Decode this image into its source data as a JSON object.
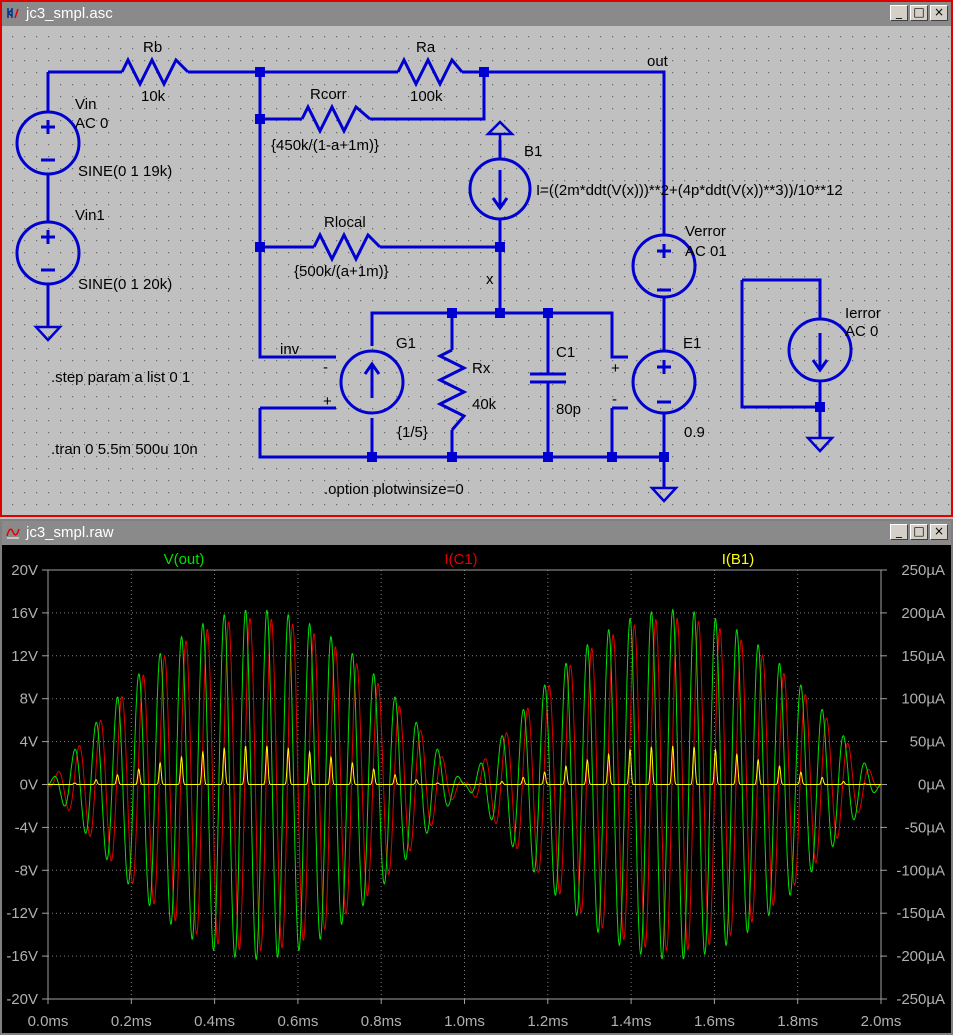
{
  "schematic_window": {
    "title": "jc3_smpl.asc",
    "buttons": {
      "minimize": "_",
      "restore": "□",
      "close": "×"
    },
    "labels": {
      "rb_name": "Rb",
      "rb_value": "10k",
      "ra_name": "Ra",
      "ra_value": "100k",
      "out": "out",
      "rcorr_name": "Rcorr",
      "rcorr_value": "{450k/(1-a+1m)}",
      "vin_name": "Vin",
      "vin_ac": "AC 0",
      "vin_sine": "SINE(0 1 19k)",
      "vin1_name": "Vin1",
      "vin1_sine": "SINE(0 1 20k)",
      "b1_name": "B1",
      "b1_expr": "I=((2m*ddt(V(x)))**2+(4p*ddt(V(x))**3))/10**12",
      "rlocal_name": "Rlocal",
      "rlocal_value": "{500k/(a+1m)}",
      "verror_name": "Verror",
      "verror_ac": "AC 01",
      "ierror_name": "Ierror",
      "ierror_ac": "AC 0",
      "x": "x",
      "inv": "inv",
      "g1_name": "G1",
      "g1_value": "{1/5}",
      "rx_name": "Rx",
      "rx_value": "40k",
      "c1_name": "C1",
      "c1_value": "80p",
      "e1_name": "E1",
      "e1_value": "0.9",
      "step": ".step param a list 0 1",
      "tran": ".tran 0 5.5m 500u 10n",
      "option": ".option plotwinsize=0",
      "plus": "+",
      "minus": "-"
    }
  },
  "waveform_window": {
    "title": "jc3_smpl.raw",
    "buttons": {
      "minimize": "_",
      "restore": "□",
      "close": "×"
    }
  },
  "chart_data": {
    "type": "line",
    "title": "",
    "series": [
      {
        "name": "V(out)",
        "color": "#00e000",
        "axis": "left",
        "shape": "amplitude-modulated oscillation, beat envelope between 19kHz and 20kHz sources",
        "peak": 16.3,
        "envelope_peaks_ms": [
          0.5,
          1.5
        ],
        "envelope_nulls_ms": [
          0.0,
          1.0,
          2.0
        ],
        "carrier_khz": 19.5
      },
      {
        "name": "I(C1)",
        "color": "#e00000",
        "axis": "left",
        "shape": "amplitude-modulated oscillation, phase-shifted from V(out)",
        "peak": 15.5,
        "envelope_peaks_ms": [
          0.5,
          1.5
        ],
        "carrier_khz": 19.5
      },
      {
        "name": "I(B1)",
        "color": "#ffff00",
        "axis": "right",
        "shape": "narrow positive-going pulses",
        "peak_uA": 45,
        "envelope_peaks_ms": [
          0.5,
          1.5
        ]
      }
    ],
    "x_axis": {
      "label": "",
      "range_ms": [
        0.0,
        2.0
      ],
      "ticks": [
        "0.0ms",
        "0.2ms",
        "0.4ms",
        "0.6ms",
        "0.8ms",
        "1.0ms",
        "1.2ms",
        "1.4ms",
        "1.6ms",
        "1.8ms",
        "2.0ms"
      ]
    },
    "y_left": {
      "label": "",
      "range": [
        -20,
        20
      ],
      "ticks": [
        "20V",
        "16V",
        "12V",
        "8V",
        "4V",
        "0V",
        "-4V",
        "-8V",
        "-12V",
        "-16V",
        "-20V"
      ]
    },
    "y_right": {
      "label": "",
      "range_uA": [
        -250,
        250
      ],
      "ticks": [
        "250µA",
        "200µA",
        "150µA",
        "100µA",
        "50µA",
        "0µA",
        "-50µA",
        "-100µA",
        "-150µA",
        "-200µA",
        "-250µA"
      ]
    },
    "grid": "dotted",
    "legend": "top"
  }
}
